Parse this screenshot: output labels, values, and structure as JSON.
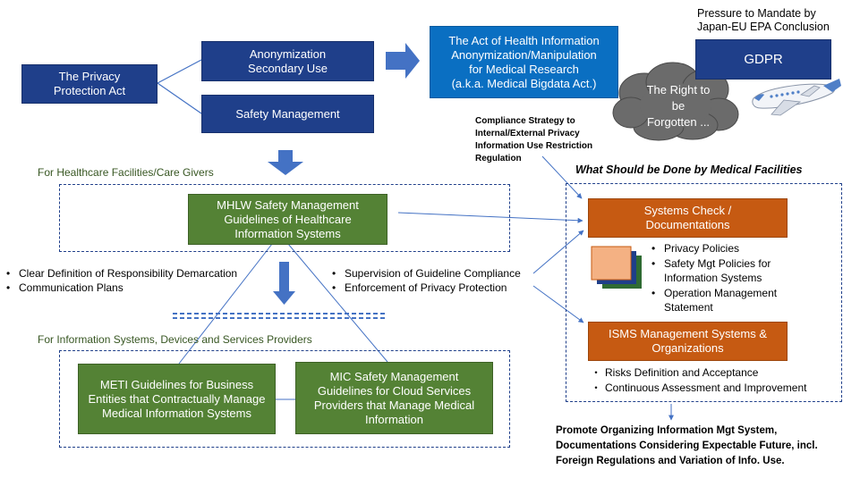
{
  "boxes": {
    "privacy_act": "The Privacy\nProtection Act",
    "anonymization": "Anonymization\nSecondary Use",
    "safety_mgmt": "Safety Management",
    "health_info_act": "The Act of Health Information\nAnonymization/Manipulation\nfor Medical Research\n(a.k.a. Medical Bigdata Act.)",
    "gdpr": "GDPR",
    "mhlw": "MHLW Safety Management\nGuidelines of Healthcare\nInformation Systems",
    "meti": "METI Guidelines for Business\nEntities that Contractually Manage\nMedical Information Systems",
    "mic": "MIC Safety Management\nGuidelines for Cloud Services\nProviders that Manage Medical\nInformation",
    "systems_check": "Systems Check /\nDocumentations",
    "isms": "ISMS Management Systems &\nOrganizations"
  },
  "labels": {
    "pressure": "Pressure to Mandate by\nJapan-EU EPA Conclusion",
    "right_forgotten": "The Right to\nbe\nForgotten ...",
    "compliance": "Compliance Strategy to\nInternal/External Privacy\nInformation Use Restriction\nRegulation",
    "healthcare_section": "For Healthcare Facilities/Care Givers",
    "providers_section": "For Information Systems, Devices and Services Providers",
    "what_should": "What Should be Done by Medical Facilities",
    "promote": "Promote Organizing Information Mgt System,\nDocumentations Considering Expectable Future, incl.\nForeign Regulations and Variation of Info. Use."
  },
  "left_bullets": [
    "Clear Definition of Responsibility Demarcation",
    "Communication Plans"
  ],
  "middle_bullets": [
    "Supervision of Guideline Compliance",
    "Enforcement of Privacy Protection"
  ],
  "doc_bullets": [
    "Privacy Policies",
    "Safety Mgt Policies for\nInformation Systems",
    "Operation Management\nStatement"
  ],
  "isms_bullets": [
    "Risks Definition and Acceptance",
    "Continuous Assessment and Improvement"
  ],
  "colors": {
    "navy": "#1f3f8a",
    "blue": "#0a6fc2",
    "green": "#548235",
    "orange": "#c65a12",
    "cloud": "#6b6b6b",
    "arrow": "#4472c4"
  }
}
